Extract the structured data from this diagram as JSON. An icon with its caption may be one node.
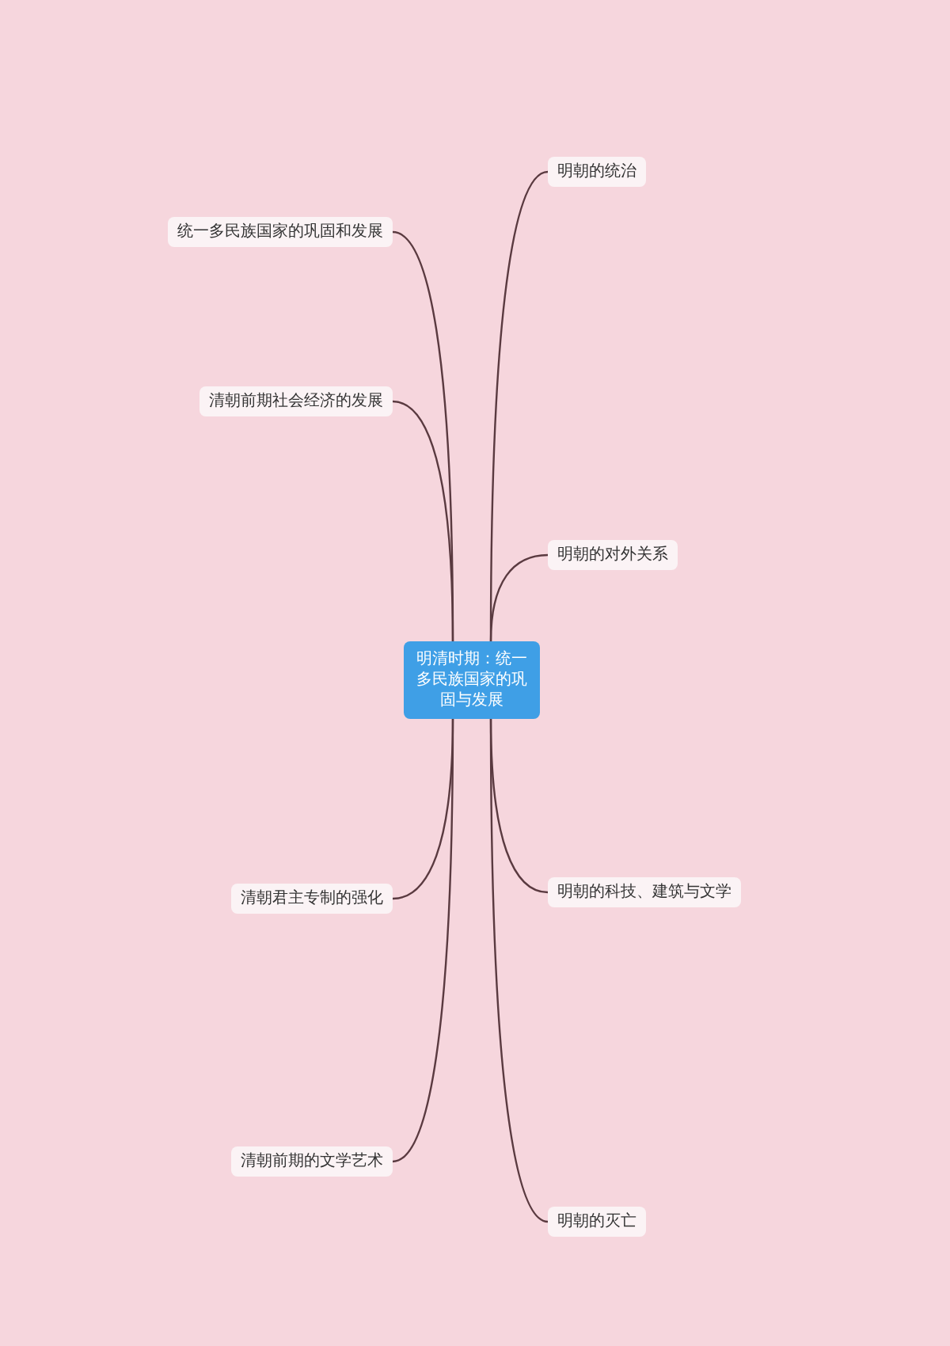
{
  "diagram": {
    "nodes": [
      {
        "text": [
          "明清时期：统一多民族国家的巩固与发展"
        ]
      },
      {
        "text": [
          "明朝的统治"
        ]
      },
      {
        "text": [
          "明朝的对外关系"
        ]
      },
      {
        "text": [
          "明朝的科技、建筑与文学"
        ]
      },
      {
        "text": [
          "明朝的灭亡"
        ]
      },
      {
        "text": [
          "统一多民族国家的巩固和发展"
        ]
      },
      {
        "text": [
          "清朝前期社会经济的发展"
        ]
      },
      {
        "text": [
          "清朝君主专制的强化"
        ]
      },
      {
        "text": [
          "清朝前期的文学艺术"
        ]
      }
    ],
    "edges": [
      {
        "from": 0,
        "to": 1,
        "arrow": "none"
      },
      {
        "from": 0,
        "to": 2,
        "arrow": "none"
      },
      {
        "from": 0,
        "to": 3,
        "arrow": "none"
      },
      {
        "from": 0,
        "to": 4,
        "arrow": "none"
      },
      {
        "from": 0,
        "to": 5,
        "arrow": "none"
      },
      {
        "from": 0,
        "to": 6,
        "arrow": "none"
      },
      {
        "from": 0,
        "to": 7,
        "arrow": "none"
      },
      {
        "from": 0,
        "to": 8,
        "arrow": "none"
      }
    ]
  }
}
